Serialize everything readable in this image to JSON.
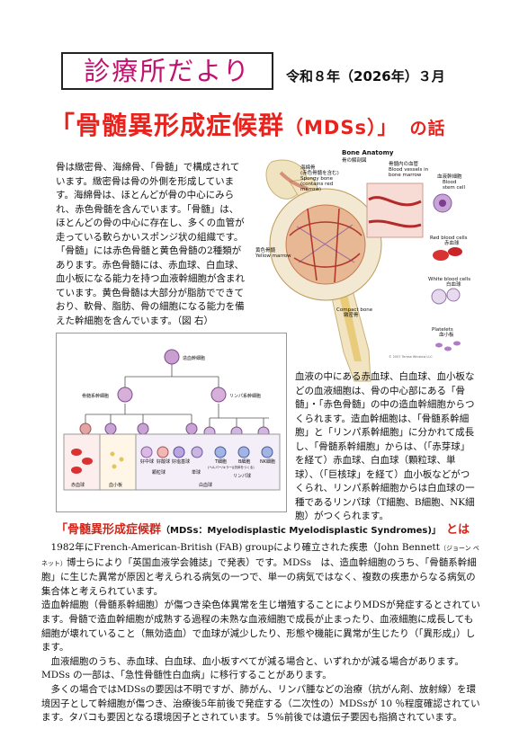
{
  "header": {
    "title": "診療所だより",
    "date": "令和８年（2026年）３月"
  },
  "main_title": {
    "prefix": "「骨髄異形成症候群",
    "middle": "（MDSs）」",
    "suffix": "の話"
  },
  "intro_text": "骨は緻密骨、海綿骨、「骨髄」で構成されています。緻密骨は骨の外側を形成しています。海綿骨は、ほとんどが骨の中心にみられ、赤色骨髄を含んでいます。「骨髄」は、ほとんどの骨の中心に存在し、多くの血管が走っている軟らかいスポンジ状の組織です。「骨髄」には赤色骨髄と黄色骨髄の2種類があります。赤色骨髄には、赤血球、白血球、血小板になる能力を持つ血液幹細胞が含まれています。黄色骨髄は大部分が脂肪でできており、軟骨、脂肪、骨の細胞になる能力を備えた幹細胞を含んでいます。（図 右）",
  "bone_figure": {
    "title": "Bone Anatomy",
    "title_jp": "骨の解剖図",
    "spongy_jp": "海綿骨",
    "spongy_jp2": "(赤色骨髄を含む)",
    "spongy_en": "Spongy bone",
    "spongy_en2": "(contains red",
    "spongy_en3": "marrow)",
    "vessels_jp": "骨髄内の血管",
    "vessels_en": "Blood vessels in",
    "vessels_en2": "bone marrow",
    "stem_jp": "血液幹細胞",
    "stem_en": "Blood",
    "stem_en2": "stem cell",
    "yellow_jp": "黄色骨髄",
    "yellow_en": "Yellow marrow",
    "compact_en": "Compact bone",
    "compact_jp": "緻密骨",
    "rbc_en": "Red blood cells",
    "rbc_jp": "赤血球",
    "wbc_en": "White blood cells",
    "wbc_jp": "白血球",
    "plt_en": "Platelets",
    "plt_jp": "血小板",
    "copyright": "© 2007 Terese Winslow LLC"
  },
  "cell_figure": {
    "root": "造血幹細胞",
    "myeloid": "骨髄系幹細胞",
    "lymphoid": "リンパ系幹細胞",
    "cells": [
      "好中球",
      "好酸球",
      "好塩基球"
    ],
    "granulocyte": "顆粒球",
    "monocyte": "単球",
    "t": "T細胞",
    "t_sub": "(ヘルパー/キラー)",
    "b": "B細胞",
    "b_sub": "(抗体をつくる)",
    "nk": "NK細胞",
    "lymphocyte": "リンパ球",
    "rbc": "赤血球",
    "plt": "血小板",
    "wbc": "白血球"
  },
  "right_text": "血液の中にある赤血球、白血球、血小板などの血液細胞は、骨の中心部にある「骨髄」・「赤色骨髄」の中の造血幹細胞からつくられます。造血幹細胞は、「骨髄系幹細胞」と「リンパ系幹細胞」に分かれて成長し、「骨髄系幹細胞」からは、（「赤芽球」を経て）赤血球、白血球（顆粒球、単球）、（「巨核球」を経て）血小板などがつくられ、リンパ系幹細胞からは白血球の一種であるリンパ球（T細胞、B細胞、NK細胞）がつくられます。",
  "subtitle": {
    "main": "「骨髄異形成症候群",
    "paren": "（MDSs：Myelodisplastic Myelodisplastic Syndromes)」",
    "tail": "とは"
  },
  "body": {
    "p1_a": "　1982年にFrench-American-British (FAB) groupにより確立された疾患（John Bennett",
    "p1_small": "（ジョーン ベネット）",
    "p1_b": "博士らにより「英国血液学会雑誌」で発表）です。MDSs　は、造血幹細胞のうち、「骨髄系幹細胞」に生じた異常が原因と考えられる病気の一つで、単一の病気ではなく、複数の疾患からなる病気の集合体と考えられています。",
    "p2": "造血幹細胞（骨髄系幹細胞）が傷つき染色体異常を生じ増殖することによりMDSが発症するとされています。骨髄で造血幹細胞が成熟する過程の未熟な血液細胞で成長が止まったり、血液細胞に成長しても細胞が壊れていること（無効造血）で血球が減少したり、形態や機能に異常が生じたり（「異形成」）します。",
    "p3": "　血液細胞のうち、赤血球、白血球、血小板すべてが減る場合と、いずれかが減る場合があります。MDSs の一部は、「急性骨髄性白血病」に移行することがあります。",
    "p4": "　多くの場合ではMDSsの要因は不明ですが、肺がん、リンパ腫などの治療（抗がん剤、放射線）を環境因子として幹細胞が傷つき、治療後5年前後で発症する（二次性の）MDSsが 10 ％程度確認されています。タバコも要因となる環境因子とされています。５%前後では遺伝子要因も指摘されています。"
  },
  "colors": {
    "header_title": "#c0136f",
    "main_title": "#e8231d",
    "subtitle": "#d2251a"
  }
}
